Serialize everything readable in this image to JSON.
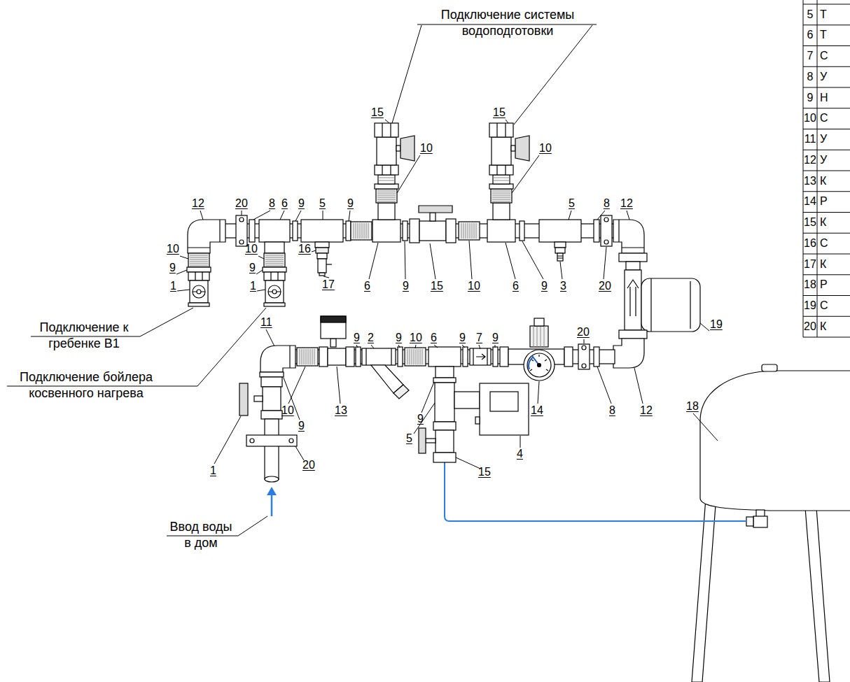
{
  "diagram": {
    "labels": [
      "Подключение системы водоподготовки",
      "15",
      "15",
      "10",
      "10",
      "12",
      "20",
      "8",
      "6",
      "9",
      "5",
      "9",
      "5",
      "8",
      "12",
      "10",
      "10",
      "16",
      "9",
      "9",
      "1",
      "1",
      "17",
      "6",
      "9",
      "15",
      "10",
      "6",
      "9",
      "3",
      "20",
      "Подключение к гребенке В1",
      "11",
      "19",
      "20",
      "9",
      "2",
      "9",
      "10",
      "6",
      "9",
      "7",
      "9",
      "Подключение бойлера косвенного нагрева",
      "18",
      "10",
      "13",
      "14",
      "8",
      "12",
      "9",
      "9",
      "5",
      "4",
      "20",
      "1",
      "15",
      "Ввод воды в дом",
      "5",
      "Т",
      "6",
      "Т",
      "7",
      "С",
      "8",
      "У",
      "9",
      "Н",
      "10",
      "С",
      "11",
      "У",
      "12",
      "У",
      "13",
      "К",
      "14",
      "Р",
      "15",
      "К",
      "16",
      "С",
      "17",
      "К",
      "18",
      "Р",
      "19",
      "С",
      "20",
      "К"
    ]
  }
}
